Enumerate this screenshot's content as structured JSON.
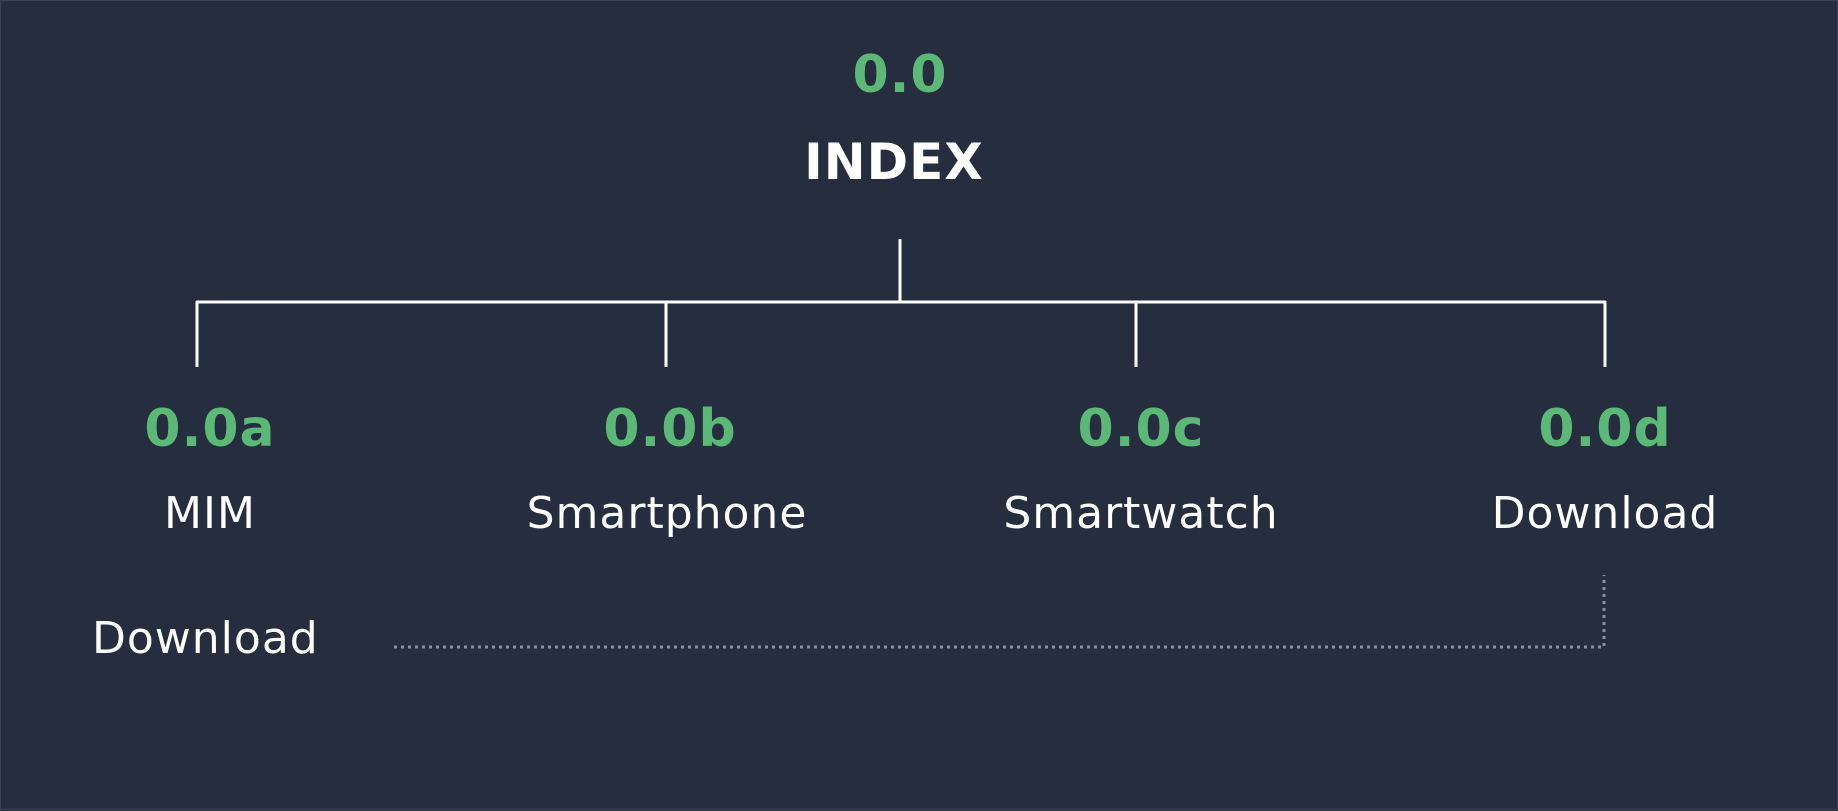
{
  "colors": {
    "background": "#252d3e",
    "code": "#5bb877",
    "label": "#ffffff",
    "connector": "#ffffff",
    "dotted": "#8a8f99"
  },
  "root": {
    "code": "0.0",
    "label": "INDEX"
  },
  "children": [
    {
      "code": "0.0a",
      "label": "MIM"
    },
    {
      "code": "0.0b",
      "label": "Smartphone"
    },
    {
      "code": "0.0c",
      "label": "Smartwatch"
    },
    {
      "code": "0.0d",
      "label": "Download"
    }
  ],
  "legend": {
    "label": "Download"
  }
}
